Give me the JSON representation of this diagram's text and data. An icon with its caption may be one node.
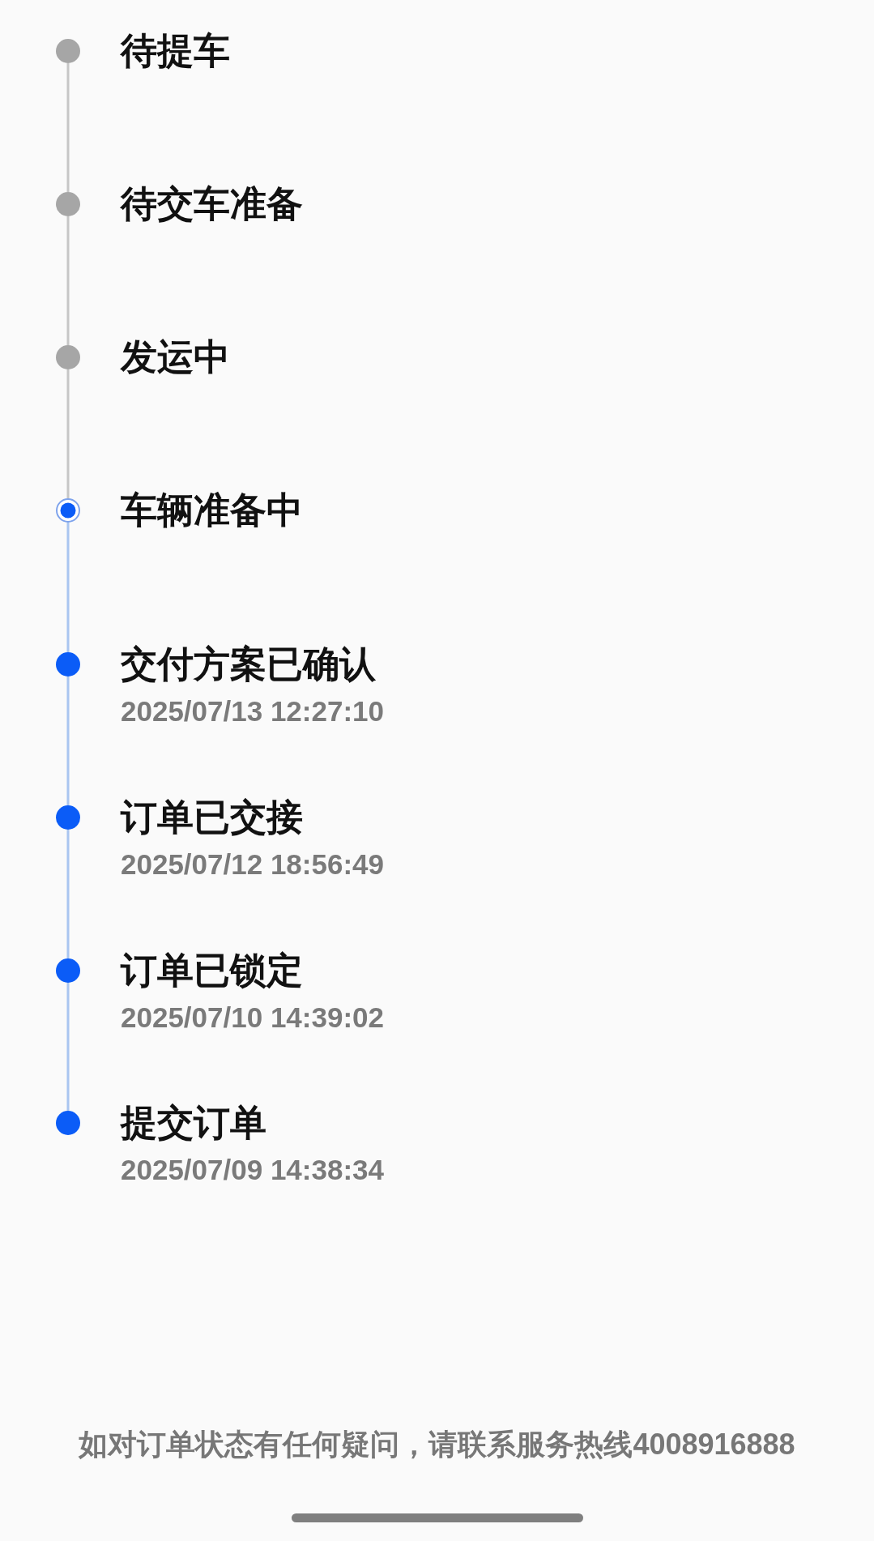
{
  "diagram": {
    "nodes": [
      {
        "text": [],
        "shape": "circle",
        "beside": [
          "待提车"
        ]
      },
      {
        "text": [],
        "shape": "circle",
        "beside": [
          "待交车准备"
        ]
      },
      {
        "text": [],
        "shape": "circle",
        "beside": [
          "发运中"
        ]
      },
      {
        "text": [],
        "shape": "circle",
        "beside": [
          "车辆准备中"
        ]
      },
      {
        "text": [],
        "shape": "circle",
        "beside": [
          "交付方案已确认",
          "2025/07/13 12:27:10"
        ]
      },
      {
        "text": [],
        "shape": "circle",
        "beside": [
          "订单已交接",
          "2025/07/12 18:56:49"
        ]
      },
      {
        "text": [],
        "shape": "circle",
        "beside": [
          "订单已锁定",
          "2025/07/10 14:39:02"
        ]
      },
      {
        "text": [],
        "shape": "circle",
        "beside": [
          "提交订单",
          "2025/07/09 14:38:34"
        ]
      }
    ],
    "edges": [
      {
        "from": 0,
        "to": 1,
        "arrow": "none",
        "color": "#c6c6c6"
      },
      {
        "from": 1,
        "to": 2,
        "arrow": "none",
        "color": "#c6c6c6"
      },
      {
        "from": 2,
        "to": 3,
        "arrow": "none",
        "color": "#c6c6c6"
      },
      {
        "from": 3,
        "to": 4,
        "arrow": "none"
      },
      {
        "from": 4,
        "to": 5,
        "arrow": "none"
      },
      {
        "from": 5,
        "to": 6,
        "arrow": "none"
      },
      {
        "from": 6,
        "to": 7,
        "arrow": "none"
      }
    ],
    "labels": [
      "如对订单状态有任何疑问，请联系服务热线4008916888"
    ]
  }
}
